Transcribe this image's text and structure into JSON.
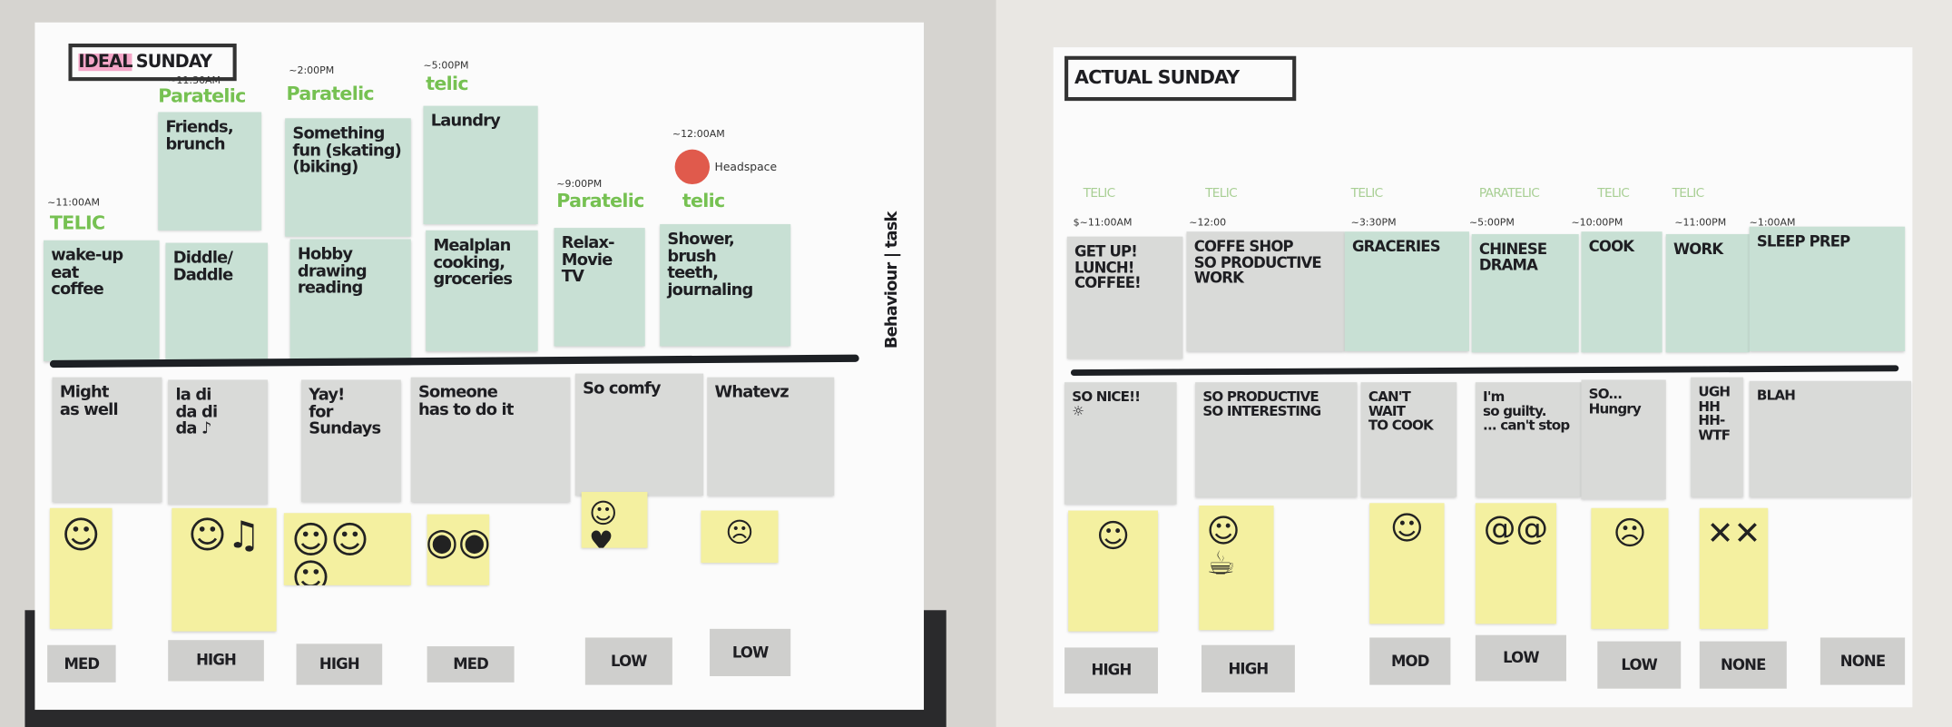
{
  "colors": {
    "task_note": "#c8e0d4",
    "feeling_note": "#d9dad8",
    "emoji_note": "#f4f0a0",
    "type_label": "#76c152",
    "headspace_dot": "#e05a4c"
  },
  "ideal": {
    "title_highlight": "IDEAL",
    "title_rest": "SUNDAY",
    "side_label": "Behaviour | task",
    "headspace_label": "Headspace",
    "annotations": [
      {
        "time": "~11:00AM",
        "type": "TELIC"
      },
      {
        "time": "~11:30AM",
        "type": "Paratelic"
      },
      {
        "time": "~2:00PM",
        "type": "Paratelic"
      },
      {
        "time": "~5:00PM",
        "type": "telic"
      },
      {
        "time": "~9:00PM",
        "type": "Paratelic"
      },
      {
        "time": "~12:00AM",
        "type": "telic"
      }
    ],
    "upper_tasks": [
      "Friends, brunch",
      "Something fun (skating) (biking)",
      "Laundry"
    ],
    "tasks": [
      "wake-up\neat\ncoffee",
      "Diddle/\nDaddle",
      "Hobby\ndrawing\nreading",
      "Mealplan\ncooking,\ngroceries",
      "Relax-\nMovie\nTV",
      "Shower,\nbrush\nteeth,\njournaling"
    ],
    "feelings": [
      "Might\nas well",
      "la di\nda di\nda ♪",
      "Yay!\nfor\nSundays",
      "Someone\nhas to do it",
      "So comfy",
      "Whatevz"
    ],
    "emojis": [
      "smile-face-icon",
      "singing-laughing-faces-icon",
      "three-laughing-faces-icon",
      "eye-roll-face-icon",
      "kiss-hearts-face-icon",
      "shrug-face-icon"
    ],
    "levels": [
      "MED",
      "HIGH",
      "HIGH",
      "MED",
      "LOW",
      "LOW"
    ]
  },
  "actual": {
    "title": "ACTUAL SUNDAY",
    "types": [
      "TELIC",
      "TELIC",
      "TELIC",
      "PARATELIC",
      "TELIC",
      "TELIC"
    ],
    "times": [
      "$~11:00AM",
      "~12:00",
      "~3:30PM",
      "~5:00PM",
      "~10:00PM",
      "~11:00PM",
      "~1:00AM"
    ],
    "tasks": [
      "GET UP!\nLUNCH!\nCOFFEE!",
      "COFFE SHOP\nSO PRODUCTIVE\nWORK",
      "GRACERIES",
      "CHINESE\nDRAMA",
      "COOK",
      "WORK",
      "SLEEP PREP"
    ],
    "feelings": [
      "SO NICE!!\n☼",
      "SO PRODUCTIVE\nSO INTERESTING",
      "CAN'T\nWAIT\nTO COOK",
      "I'm\nso guilty.\n... can't stop",
      "SO...\nHungry",
      "UGH\nHH\nHH-\nWTF",
      "BLAH"
    ],
    "emojis": [
      "grinning-face-icon",
      "laughing-face-coffee-icon",
      "smile-face-icon",
      "dizzy-face-icon",
      "angry-face-icon",
      "dead-face-poop-icon"
    ],
    "levels": [
      "HIGH",
      "HIGH",
      "MOD",
      "LOW",
      "LOW",
      "NONE",
      "NONE"
    ]
  }
}
